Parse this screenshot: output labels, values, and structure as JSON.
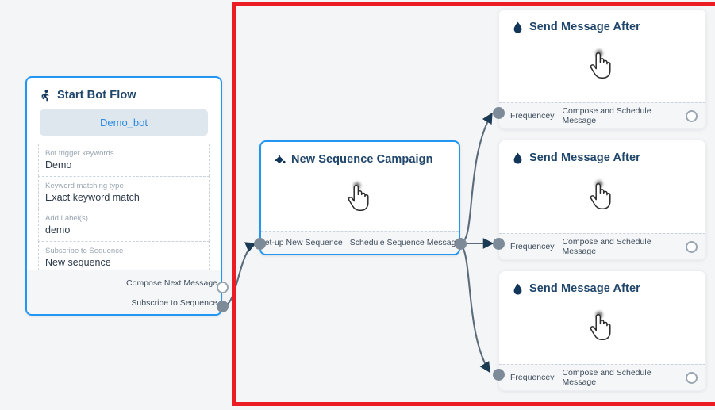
{
  "canvas": {
    "background": "#f4f5f7",
    "accent_blue": "#2196f3",
    "annotation_color": "#ec1c24",
    "port_filled_color": "#7d8a97",
    "edge_color": "#5c6b7a"
  },
  "annotation": {
    "name": "red-highlight-rectangle"
  },
  "start_bot_flow": {
    "title": "Start Bot Flow",
    "icon": "running-person-icon",
    "bot_chip": "Demo_bot",
    "fields": [
      {
        "label": "Bot trigger keywords",
        "value": "Demo"
      },
      {
        "label": "Keyword matching type",
        "value": "Exact keyword match"
      },
      {
        "label": "Add Label(s)",
        "value": "demo"
      },
      {
        "label": "Subscribe to Sequence",
        "value": "New sequence"
      }
    ],
    "ports": [
      {
        "label": "Compose Next Message",
        "state": "hollow"
      },
      {
        "label": "Subscribe to Sequence",
        "state": "filled"
      }
    ]
  },
  "sequence_campaign": {
    "title": "New Sequence Campaign",
    "icon": "paint-pour-icon",
    "cursor": "pointing-hand-cursor",
    "ports": {
      "input_label": "Set-up New Sequence",
      "output_label": "Schedule Sequence Message"
    }
  },
  "send_message_cards": [
    {
      "title": "Send Message After",
      "icon": "water-droplet-icon",
      "cursor": "pointing-hand-cursor",
      "input_label": "Frequencey",
      "output_label": "Compose and Schedule Message"
    },
    {
      "title": "Send Message After",
      "icon": "water-droplet-icon",
      "cursor": "pointing-hand-cursor",
      "input_label": "Frequencey",
      "output_label": "Compose and Schedule Message"
    },
    {
      "title": "Send Message After",
      "icon": "water-droplet-icon",
      "cursor": "pointing-hand-cursor",
      "input_label": "Frequencey",
      "output_label": "Compose and Schedule Message"
    }
  ]
}
